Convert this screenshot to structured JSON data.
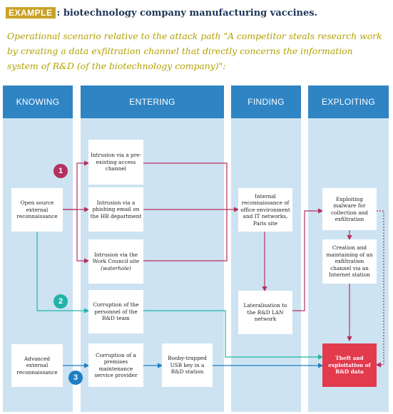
{
  "header": {
    "tag": "EXAMPLE",
    "title": ": biotechnology company manufacturing vaccines."
  },
  "intro": "Operational scenario relative to the attack path \"A competitor steals research work by creating a data exfiltration channel that directly concerns the information system of R&D (of the biotechnology company)\":",
  "columns": {
    "knowing": "KNOWING",
    "entering": "ENTERING",
    "finding": "FINDING",
    "exploiting": "EXPLOITING"
  },
  "nodes": {
    "open_source": "Open source external reconnaissance",
    "advanced": "Advanced external reconnaissance",
    "intrusion_preexisting": "Intrusion via a pre-existing access channel",
    "intrusion_phishing": "Intrusion via a phishing email on the HR department",
    "intrusion_waterhole_a": "Intrusion via the Work Council site",
    "intrusion_waterhole_b": "(waterhole)",
    "corruption_personnel": "Corruption of the personnel of the R&D team",
    "corruption_provider": "Corruption of a premises maintenance service provider",
    "booby_usb": "Booby-trapped USB key in a R&D station",
    "internal_recon": "Internal reconnaissance of office environment and IT networks, Paris site",
    "lateralisation": "Lateralisation to the R&D LAN network",
    "exploit_malware": "Exploiting malware for collection and exfiltration",
    "creation_channel": "Creation and maintaining of an exfiltration channel via an Internet station",
    "theft": "Theft and exploitation of R&D data"
  },
  "badges": {
    "one": "1",
    "two": "2",
    "three": "3"
  },
  "colors": {
    "column_bg": "#cde3f2",
    "header_blue": "#2f84c4",
    "path1": "#b5305f",
    "path2": "#23b3a6",
    "path3": "#1f7fc2",
    "theft_red": "#e23b4e",
    "accent_gold": "#c9a227"
  }
}
